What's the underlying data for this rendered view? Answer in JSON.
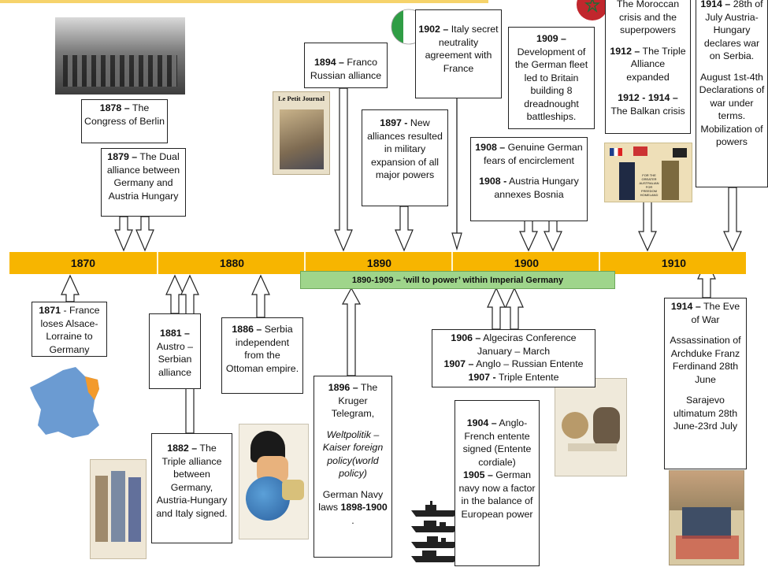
{
  "timeline": {
    "decades": [
      "1870",
      "1880",
      "1890",
      "1900",
      "1910"
    ],
    "era_band": "1890-1909 – ‘will to power’ within Imperial Germany",
    "colors": {
      "bar": "#f7b500",
      "era": "#9fd58b"
    }
  },
  "events_above": [
    {
      "id": "1878",
      "year": "1878 –",
      "text": "The Congress of Berlin"
    },
    {
      "id": "1879",
      "year": "1879 –",
      "text": "The Dual alliance between Germany and Austria Hungary"
    },
    {
      "id": "1894",
      "year": "1894 –",
      "text": "Franco Russian alliance"
    },
    {
      "id": "1897",
      "year": "1897 -",
      "text": "New alliances resulted in military expansion of all major powers"
    },
    {
      "id": "1902",
      "year": "1902 –",
      "text": "Italy secret neutrality agreement with France"
    },
    {
      "id": "1909",
      "year": "1909 –",
      "text": "Development of the German fleet led to Britain building 8 dreadnought battleships."
    },
    {
      "id": "1908a",
      "year": "1908 –",
      "text": "Genuine German fears of encirclement"
    },
    {
      "id": "1908b",
      "year": "1908 -",
      "text": "Austria Hungary annexes Bosnia"
    },
    {
      "id": "moroccan",
      "text": "The Moroccan crisis and the superpowers"
    },
    {
      "id": "1912a",
      "year": "1912 –",
      "text": "The Triple Alliance expanded"
    },
    {
      "id": "1912b",
      "year": "1912 - 1914 –",
      "text": "The Balkan crisis"
    },
    {
      "id": "1914a",
      "year": "1914 –",
      "text_visible": "28th of July Austria-Hungary declares war on Serbia."
    },
    {
      "id": "1914b",
      "text": "August 1st-4th Declarations of war under terms. Mobilization of powers"
    }
  ],
  "events_below": [
    {
      "id": "1871",
      "year": "1871",
      "text": "- France loses Alsace-Lorraine to Germany"
    },
    {
      "id": "1881",
      "year": "1881 –",
      "text": "Austro – Serbian alliance"
    },
    {
      "id": "1882",
      "year": "1882 –",
      "text": "The Triple alliance between Germany, Austria-Hungary and Italy signed."
    },
    {
      "id": "1886",
      "year": "1886 –",
      "text": "Serbia independent from the Ottoman empire."
    },
    {
      "id": "1896",
      "year": "1896 –",
      "text": "The Kruger Telegram,",
      "italic": "Weltpolitik – Kaiser foreign policy(world policy)",
      "extra": "German Navy laws",
      "extra_years": "1898-1900",
      "tail": "."
    },
    {
      "id": "1906",
      "year": "1906 –",
      "text": "Algeciras Conference January – March"
    },
    {
      "id": "1907a",
      "year": "1907 –",
      "text": "Anglo – Russian Entente"
    },
    {
      "id": "1907b",
      "year": "1907 -",
      "text": "Triple Entente"
    },
    {
      "id": "1904",
      "year": "1904 –",
      "text": "Anglo-French entente signed (Entente cordiale)"
    },
    {
      "id": "1905",
      "year": "1905 –",
      "text": "German navy now a factor in the balance of European power"
    },
    {
      "id": "1914eve",
      "year": "1914 –",
      "text": "The Eve of War",
      "p2": "Assassination of Archduke Franz Ferdinand 28th June",
      "p3": "Sarajevo ultimatum 28th June-23rd July"
    }
  ],
  "images": {
    "le_petit_journal": "Le Petit Journal",
    "poster_caption": "FOR THE GREATER AUSTRALIAN FOR FREEDOM HOMELAND"
  }
}
